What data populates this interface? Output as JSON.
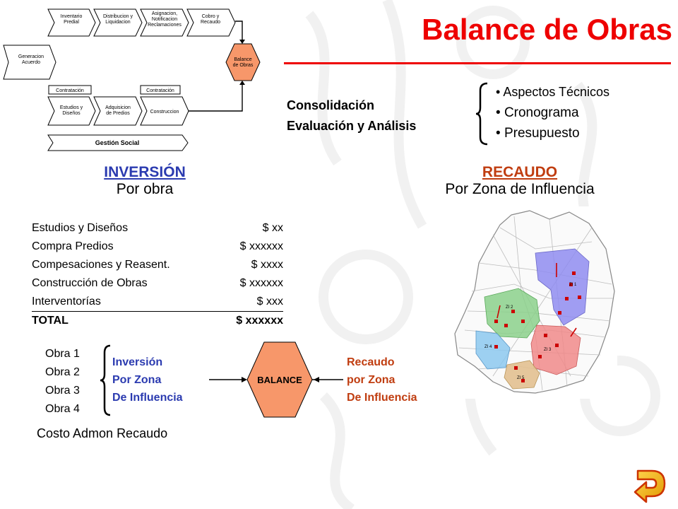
{
  "flow": {
    "inventario": [
      "Inventario",
      "Predial"
    ],
    "distribucion": [
      "Distribucion y",
      "Liquidacion"
    ],
    "asignacion": [
      "Asignacion,",
      "Notificacion",
      "Reclamaciones"
    ],
    "cobro": [
      "Cobro y",
      "Recaudo"
    ],
    "generacion": [
      "Generacion",
      "Acuerdo"
    ],
    "balance": [
      "Balance",
      "de Obras"
    ],
    "contratacion1": "Contratación",
    "contratacion2": "Contratación",
    "estudios": [
      "Estudios y",
      "Diseños"
    ],
    "adquisicion": [
      "Adquisicion",
      "de Predios"
    ],
    "construccion": "Construccion",
    "gestion": "Gestión Social"
  },
  "title": "Balance de Obras",
  "consolidacion": [
    "Consolidación",
    "Evaluación y Análisis"
  ],
  "aspectos": [
    "Aspectos Técnicos",
    "Cronograma",
    "Presupuesto"
  ],
  "inversion": {
    "heading": "INVERSIÓN",
    "sub": "Por obra"
  },
  "recaudo": {
    "heading": "RECAUDO",
    "sub": "Por Zona de Influencia"
  },
  "costs": [
    {
      "label": "Estudios y Diseños",
      "amount": "$ xx"
    },
    {
      "label": "Compra Predios",
      "amount": "$ xxxxxx"
    },
    {
      "label": "Compesaciones y Reasent.",
      "amount": "$ xxxx"
    },
    {
      "label": "Construcción de Obras",
      "amount": "$ xxxxxx"
    },
    {
      "label": "Interventorías",
      "amount": "$ xxx"
    },
    {
      "label": "TOTAL",
      "amount": "$ xxxxxx"
    }
  ],
  "obras": [
    "Obra 1",
    "Obra 2",
    "Obra 3",
    "Obra 4"
  ],
  "inversion_zona": [
    "Inversión",
    "Por Zona",
    "De Influencia"
  ],
  "balance_label": "BALANCE",
  "recaudo_zona": [
    "Recaudo",
    "por Zona",
    "De Influencia"
  ],
  "costo_admon": "Costo Admon Recaudo",
  "map_zones": [
    "ZI 1",
    "ZI 2",
    "ZI 3",
    "ZI 4",
    "ZI 5"
  ],
  "colors": {
    "title_red": "#ee0000",
    "inversion_blue": "#2b3bb0",
    "recaudo_orange": "#c03d10",
    "hex_fill": "#f7976a"
  }
}
